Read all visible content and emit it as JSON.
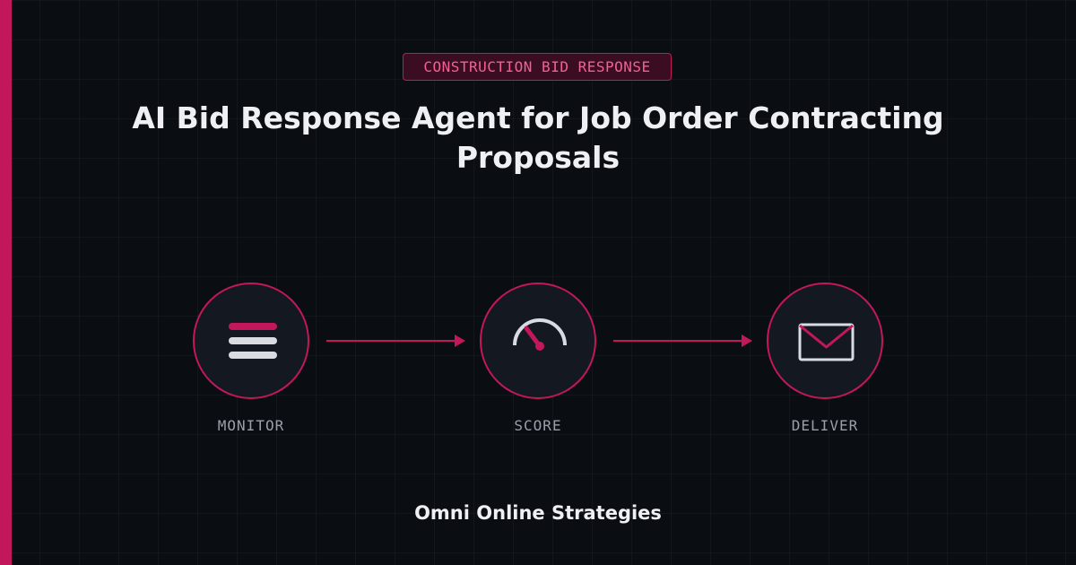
{
  "badge": "CONSTRUCTION BID RESPONSE",
  "title": "AI Bid Response Agent for Job Order Contracting Proposals",
  "steps": [
    {
      "label": "MONITOR",
      "icon": "list-icon"
    },
    {
      "label": "SCORE",
      "icon": "gauge-icon"
    },
    {
      "label": "DELIVER",
      "icon": "envelope-icon"
    }
  ],
  "footer": "Omni Online Strategies",
  "colors": {
    "accent": "#c2185b",
    "accent_text": "#f06292",
    "background": "#0a0d12",
    "circle_fill": "#141820",
    "icon_light": "#d8dbe2",
    "label": "#9aa0aa",
    "title": "#eef0f4"
  }
}
